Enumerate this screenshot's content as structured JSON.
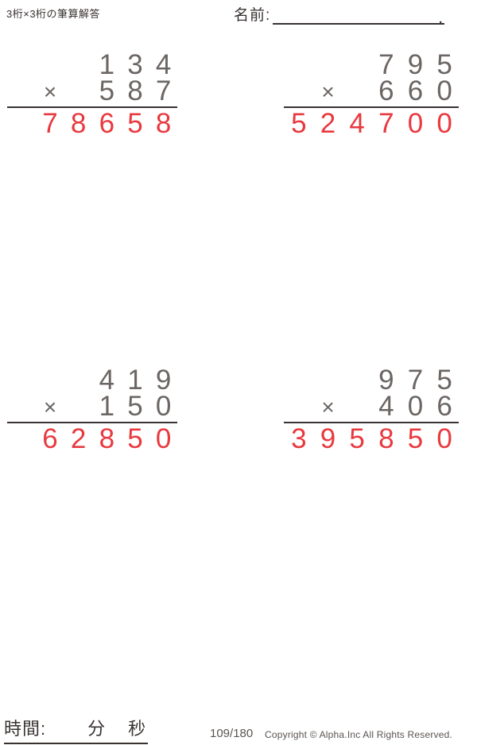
{
  "header": {
    "title": "3桁×3桁の筆算解答",
    "name_label": "名前:",
    "name_suffix": "."
  },
  "problems": [
    {
      "multiplicand": "134",
      "operator": "×",
      "multiplier": "587",
      "answer": "78658"
    },
    {
      "multiplicand": "795",
      "operator": "×",
      "multiplier": "660",
      "answer": "524700"
    },
    {
      "multiplicand": "419",
      "operator": "×",
      "multiplier": "150",
      "answer": "62850"
    },
    {
      "multiplicand": "975",
      "operator": "×",
      "multiplier": "406",
      "answer": "395850"
    }
  ],
  "footer": {
    "time_label": "時間:",
    "minutes_label": "分",
    "seconds_label": "秒",
    "page_number": "109/180",
    "copyright": "Copyright © Alpha.Inc All Rights Reserved."
  },
  "colors": {
    "ink": "#383231",
    "digit_gray": "#6b6663",
    "footer_gray": "#595451",
    "answer_red": "#e8393f"
  }
}
